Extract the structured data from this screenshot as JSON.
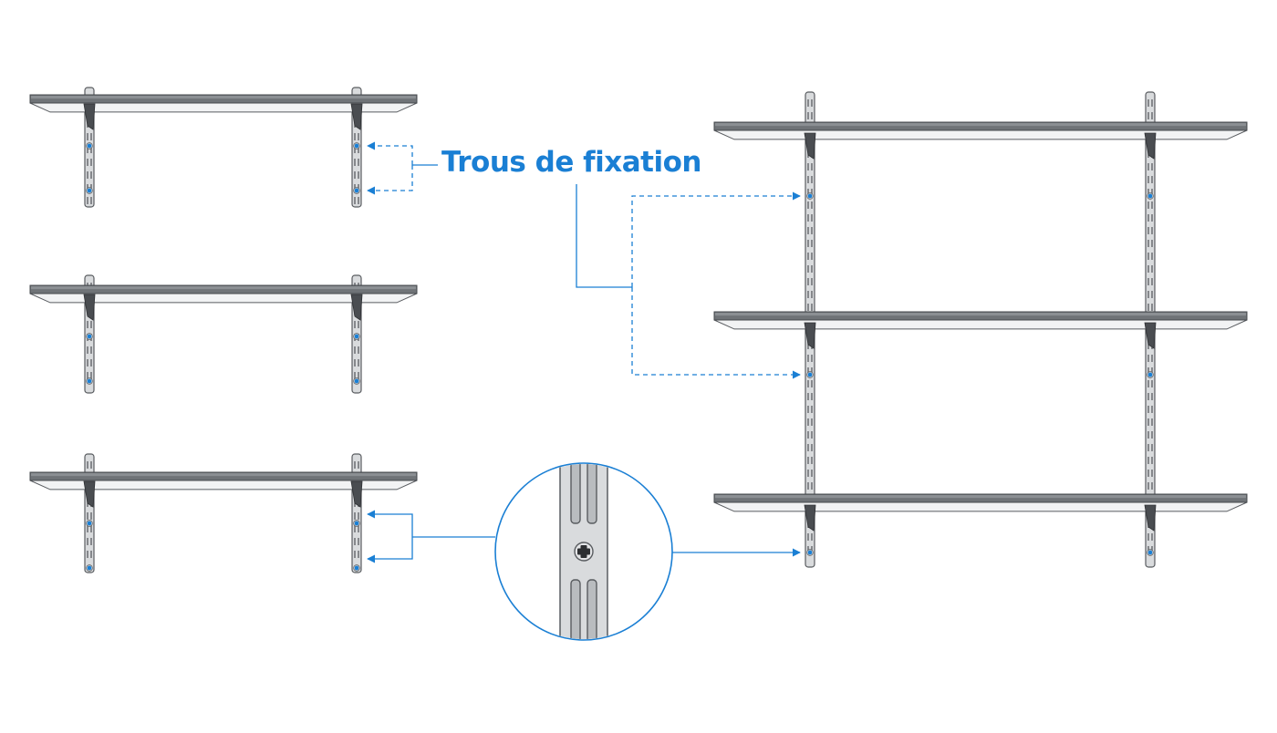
{
  "diagram": {
    "callout_label": "Trous de fixation",
    "colors": {
      "accent": "#1a7fd4",
      "shelf_top": "#6f7377",
      "shelf_front": "#d8d9db",
      "rail": "#d9dbdd",
      "outline": "#595c60",
      "bracket": "#4a4d51"
    },
    "small_units": [
      {
        "name": "small-shelf-unit-1"
      },
      {
        "name": "small-shelf-unit-2"
      },
      {
        "name": "small-shelf-unit-3"
      }
    ],
    "large_unit": {
      "name": "large-shelf-unit",
      "shelf_count": 3
    },
    "detail": {
      "name": "rail-detail-magnifier",
      "icon": "screw-icon"
    }
  }
}
